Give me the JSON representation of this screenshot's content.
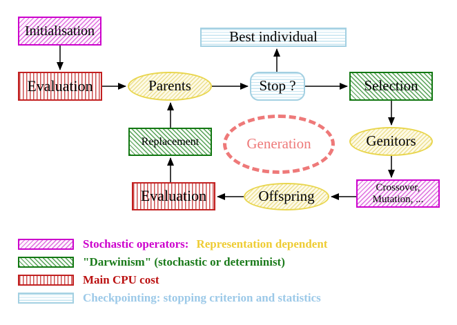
{
  "nodes": {
    "initialisation": "Initialisation",
    "evaluation_top": "Evaluation",
    "parents": "Parents",
    "best_individual": "Best individual",
    "stop": "Stop ?",
    "selection": "Selection",
    "genitors": "Genitors",
    "replacement": "Replacement",
    "generation": "Generation",
    "crossover_line1": "Crossover,",
    "crossover_line2": "Mutation, ...",
    "offspring": "Offspring",
    "evaluation_bottom": "Evaluation"
  },
  "legend": {
    "items": [
      {
        "swatch": "magenta-diagonal-hatch",
        "label": "Stochastic operators:",
        "label_color": "#cc00cc",
        "label2": "Representation dependent",
        "label2_color": "#eecc33"
      },
      {
        "swatch": "green-diagonal-hatch",
        "label": "\"Darwinism\" (stochastic or determinist)",
        "label_color": "#1a7a1a"
      },
      {
        "swatch": "red-vertical-stripes",
        "label": "Main CPU cost",
        "label_color": "#bb1111"
      },
      {
        "swatch": "cyan-horizontal-stripes",
        "label": "Checkpointing: stopping criterion and statistics",
        "label_color": "#9cc9e8"
      }
    ]
  },
  "colors": {
    "magenta": "#cc00cc",
    "green": "#117711",
    "red": "#c22020",
    "cyan": "#a3d0e2",
    "yellow": "#e9d64e",
    "salmon": "#ee7979",
    "arrow": "#000000",
    "background": "#ffffff"
  }
}
